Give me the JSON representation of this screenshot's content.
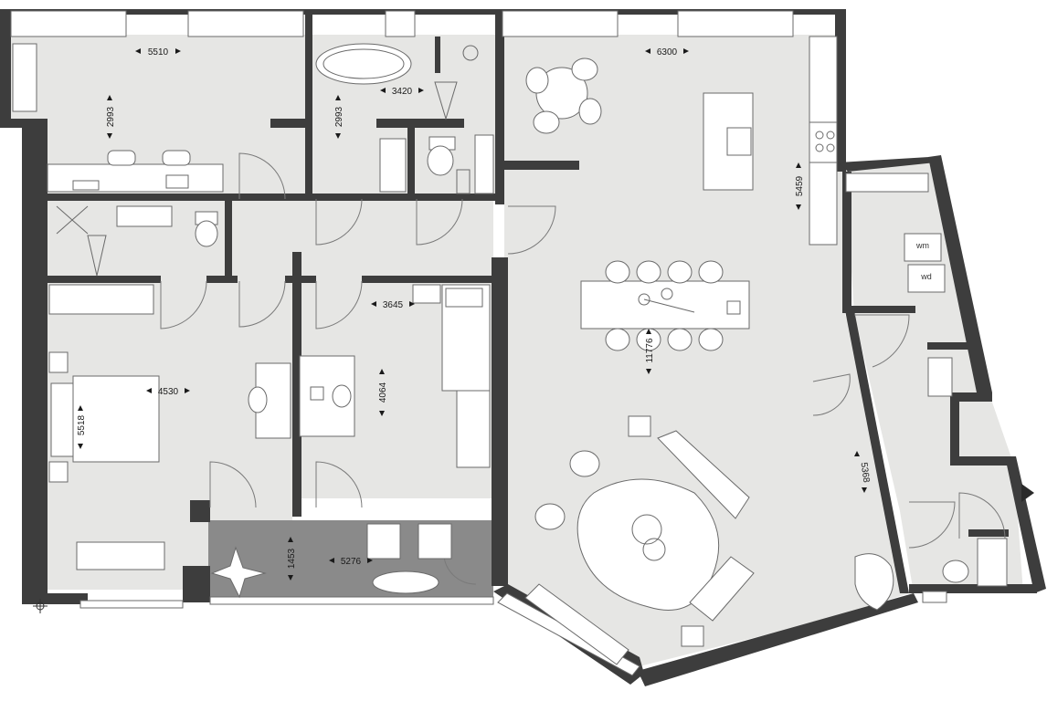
{
  "plan": {
    "dimensions": [
      {
        "id": "dim-bedroom2-width",
        "label": "5510",
        "axis": "h"
      },
      {
        "id": "dim-bedroom2-depth",
        "label": "2993",
        "axis": "v"
      },
      {
        "id": "dim-bathroom-width",
        "label": "3420",
        "axis": "h"
      },
      {
        "id": "dim-bathroom-depth",
        "label": "2993",
        "axis": "v"
      },
      {
        "id": "dim-kitchen-width",
        "label": "6300",
        "axis": "h"
      },
      {
        "id": "dim-kitchen-depth",
        "label": "5459",
        "axis": "v"
      },
      {
        "id": "dim-study-width",
        "label": "3645",
        "axis": "h"
      },
      {
        "id": "dim-study-depth",
        "label": "4064",
        "axis": "v"
      },
      {
        "id": "dim-living-length",
        "label": "11776",
        "axis": "v"
      },
      {
        "id": "dim-bedroom1-width",
        "label": "4530",
        "axis": "h"
      },
      {
        "id": "dim-bedroom1-depth",
        "label": "5518",
        "axis": "v"
      },
      {
        "id": "dim-terrace-width",
        "label": "5276",
        "axis": "h"
      },
      {
        "id": "dim-terrace-depth",
        "label": "1453",
        "axis": "v"
      },
      {
        "id": "dim-east-wing-length",
        "label": "5368",
        "axis": "v"
      }
    ],
    "appliances": {
      "washing_machine": "wm",
      "dryer": "wd"
    },
    "colors": {
      "wall": "#3d3d3d",
      "floor": "#e6e6e4",
      "terrace": "#8a8a8a",
      "furniture": "#ffffff"
    }
  }
}
